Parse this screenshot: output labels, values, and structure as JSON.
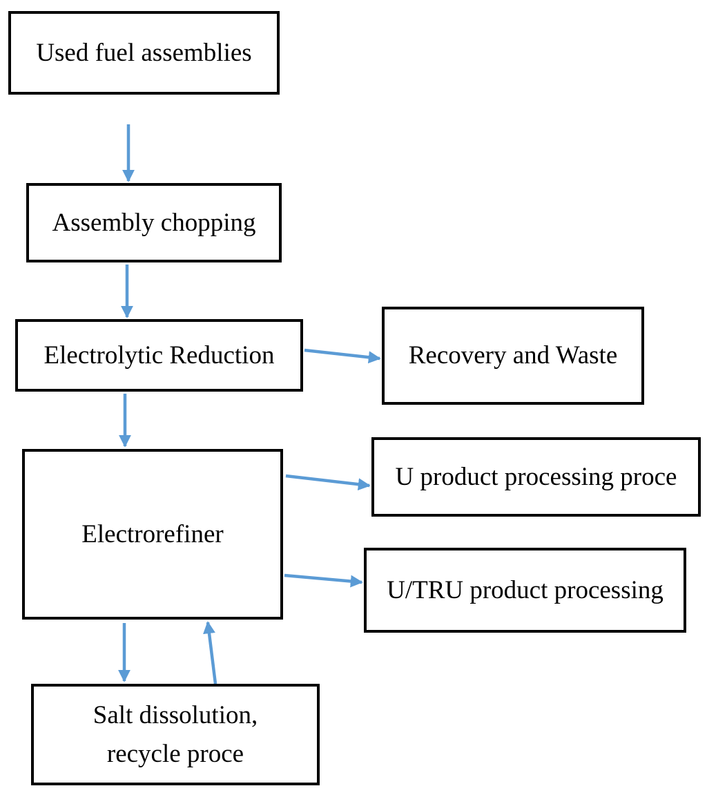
{
  "diagram": {
    "type": "flowchart",
    "nodes": {
      "used_fuel": {
        "label": "Used fuel assemblies"
      },
      "assembly_chopping": {
        "label": "Assembly chopping"
      },
      "electrolytic_reduction": {
        "label": "Electrolytic Reduction"
      },
      "recovery_waste": {
        "label": "Recovery and Waste"
      },
      "electrorefiner": {
        "label": "Electrorefiner"
      },
      "u_product": {
        "label": "U product processing proce"
      },
      "u_tru_product": {
        "label": "U/TRU product processing"
      },
      "salt_dissolution": {
        "label": "Salt dissolution,\nrecycle proce"
      }
    },
    "edges": [
      {
        "from": "Used fuel assemblies",
        "to": "Assembly chopping"
      },
      {
        "from": "Assembly chopping",
        "to": "Electrolytic Reduction"
      },
      {
        "from": "Electrolytic Reduction",
        "to": "Recovery and Waste"
      },
      {
        "from": "Electrolytic Reduction",
        "to": "Electrorefiner"
      },
      {
        "from": "Electrorefiner",
        "to": "U product processing proce"
      },
      {
        "from": "Electrorefiner",
        "to": "U/TRU product processing"
      },
      {
        "from": "Electrorefiner",
        "to": "Salt dissolution, recycle proce"
      },
      {
        "from": "Salt dissolution, recycle proce",
        "to": "Electrorefiner"
      }
    ],
    "colors": {
      "arrow": "#5B9BD5",
      "box_border": "#000000",
      "box_fill": "#FFFFFF",
      "text": "#000000",
      "background": "#FFFFFF"
    }
  }
}
